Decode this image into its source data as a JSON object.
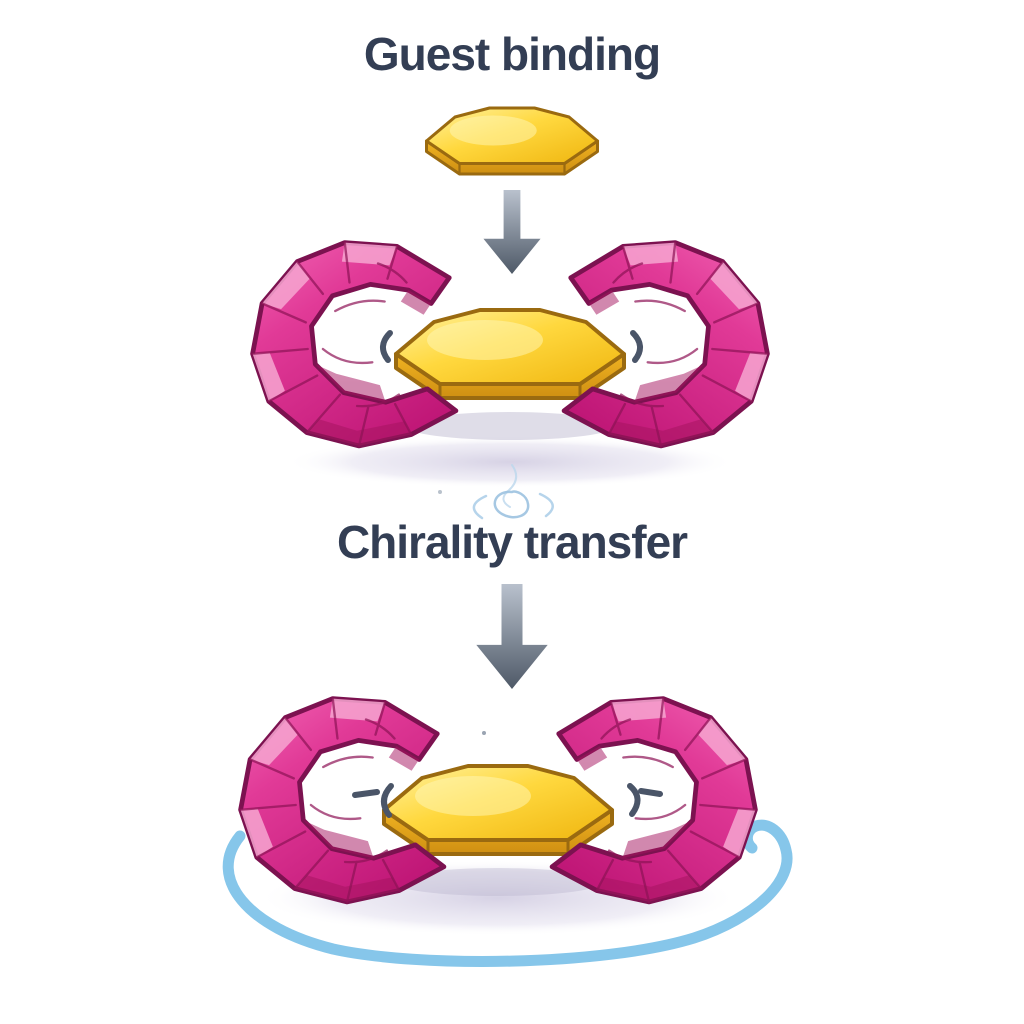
{
  "diagram": {
    "background_color": "#ffffff",
    "step1_label": "Guest binding",
    "step2_label": "Chirality transfer",
    "icons": {
      "guest_disc": "gold-octagonal-disc",
      "host_macrocycle": "magenta-crystal-macrocycle-halves",
      "down_arrow": "gray-gradient-down-arrow",
      "binding_brackets": "dark-curved-binding-marks",
      "chirality_swirl": "light-blue-swirl-flourish",
      "rotation_arrow": "light-blue-elliptical-rotation-arrow"
    },
    "colors": {
      "label_text": "#333e54",
      "host_magenta": "#d6217f",
      "host_outline": "#7c1250",
      "host_highlight": "#f7a6d1",
      "host_shade": "#a5145f",
      "guest_gold": "#f6c31d",
      "guest_gold_light": "#ffef9a",
      "guest_side": "#e0a018",
      "guest_outline": "#9a6a10",
      "arrow_dark": "#4e5967",
      "arrow_light": "#b9c1cd",
      "rotation_blue": "#86c6ea",
      "swirl_blue": "#a9cde8",
      "bracket_gray": "#4a5568",
      "shadow_lavender": "#cfc9e0"
    }
  }
}
